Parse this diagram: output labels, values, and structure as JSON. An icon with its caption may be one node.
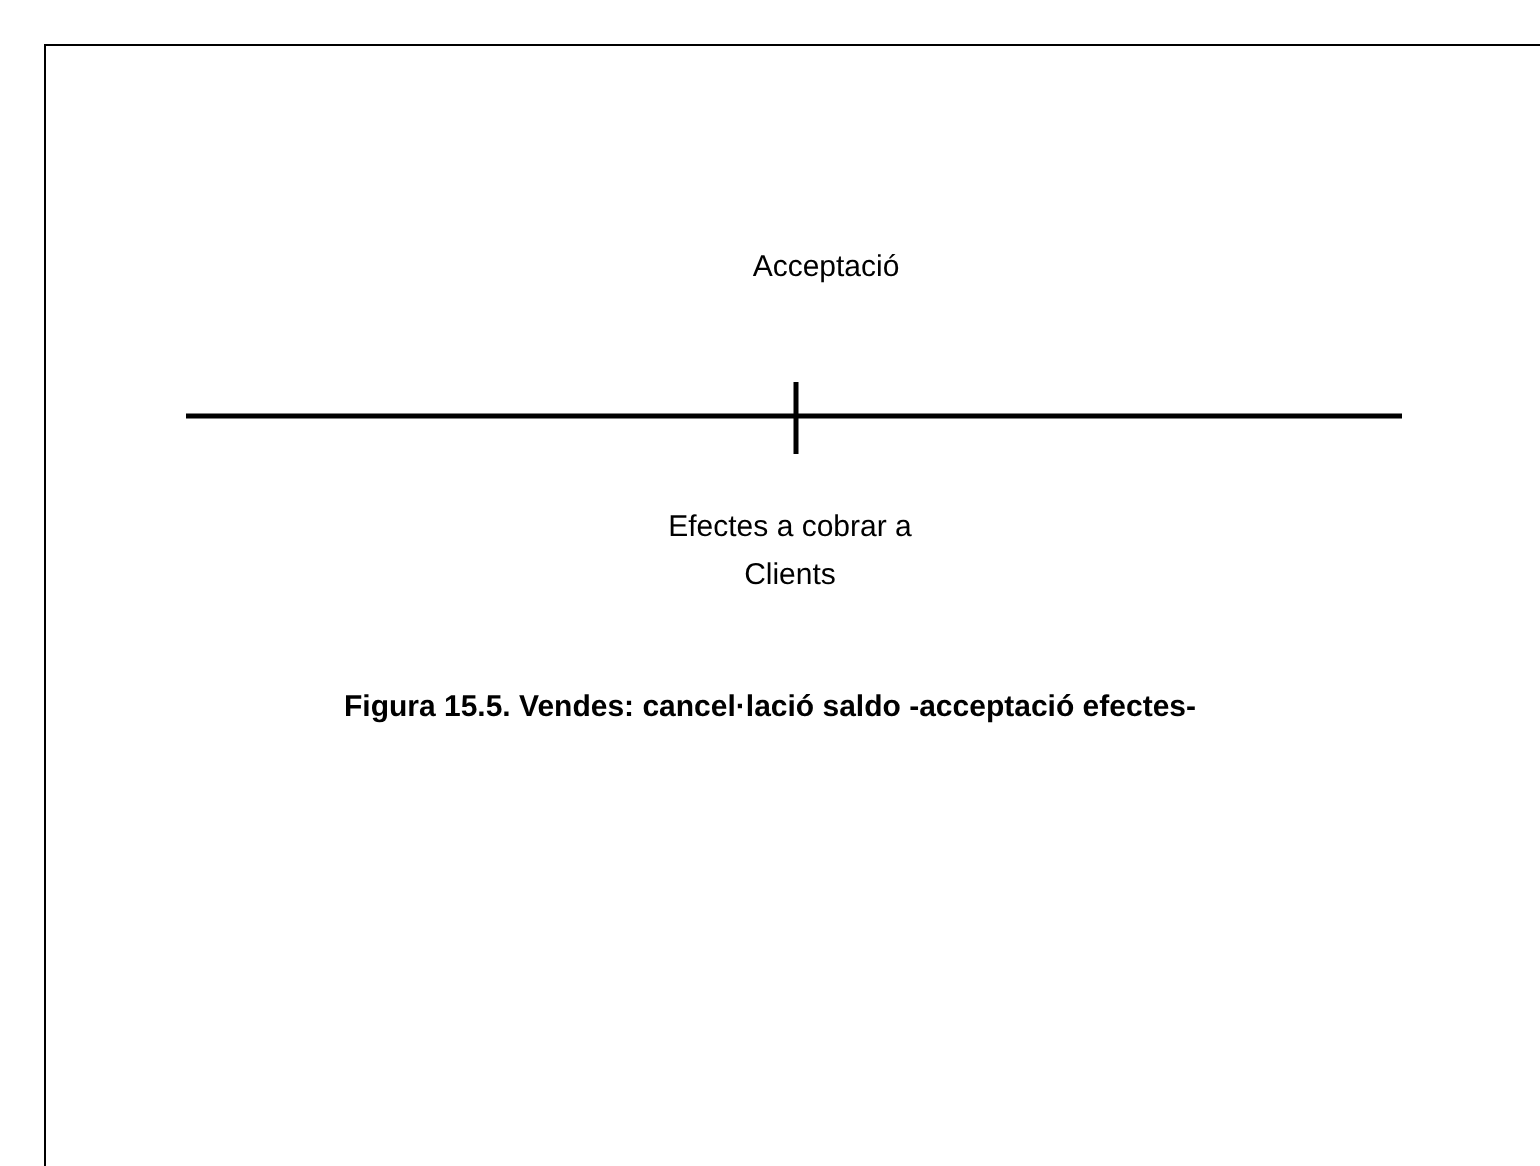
{
  "diagram": {
    "caption": "Figura 15.5. Vendes: cancel·lació saldo -acceptació efectes-",
    "labels": [
      "Acceptació",
      "Efectes a cobrar a Clients"
    ]
  }
}
